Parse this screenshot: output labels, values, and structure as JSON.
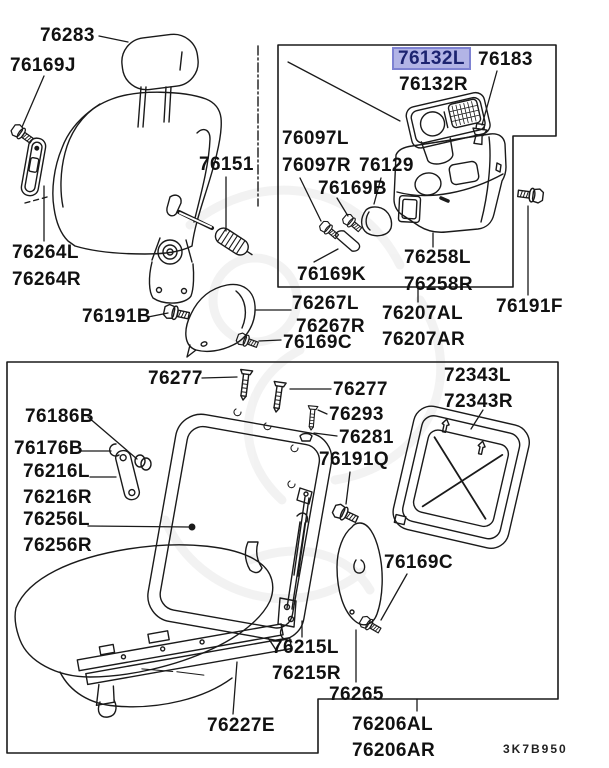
{
  "diagram_code": "3K7B950",
  "highlighted_part": "76132L",
  "highlight_colors": {
    "background": "#b2b4e6",
    "border": "#7e82d2",
    "text": "#1c2370"
  },
  "line_color": "#1a1a1a",
  "labels": {
    "p76283": "76283",
    "p76169J": "76169J",
    "p76151": "76151",
    "p76264L": "76264L",
    "p76264R": "76264R",
    "p76191B": "76191B",
    "p76132L": "76132L",
    "p76132R": "76132R",
    "p76183": "76183",
    "p76097L": "76097L",
    "p76097R": "76097R",
    "p76129": "76129",
    "p76169B": "76169B",
    "p76169K": "76169K",
    "p76258L": "76258L",
    "p76258R": "76258R",
    "p76267L": "76267L",
    "p76267R": "76267R",
    "p76169Ca": "76169C",
    "p76207AL": "76207AL",
    "p76207AR": "76207AR",
    "p76191F": "76191F",
    "p76277a": "76277",
    "p76277b": "76277",
    "p76186B": "76186B",
    "p76176B": "76176B",
    "p76216L": "76216L",
    "p76216R": "76216R",
    "p76256L": "76256L",
    "p76256R": "76256R",
    "p76293": "76293",
    "p76281": "76281",
    "p76191Q": "76191Q",
    "p72343L": "72343L",
    "p72343R": "72343R",
    "p76169Cb": "76169C",
    "p76215L": "76215L",
    "p76215R": "76215R",
    "p76265": "76265",
    "p76227E": "76227E",
    "p76206AL": "76206AL",
    "p76206AR": "76206AR",
    "code": "3K7B950"
  }
}
